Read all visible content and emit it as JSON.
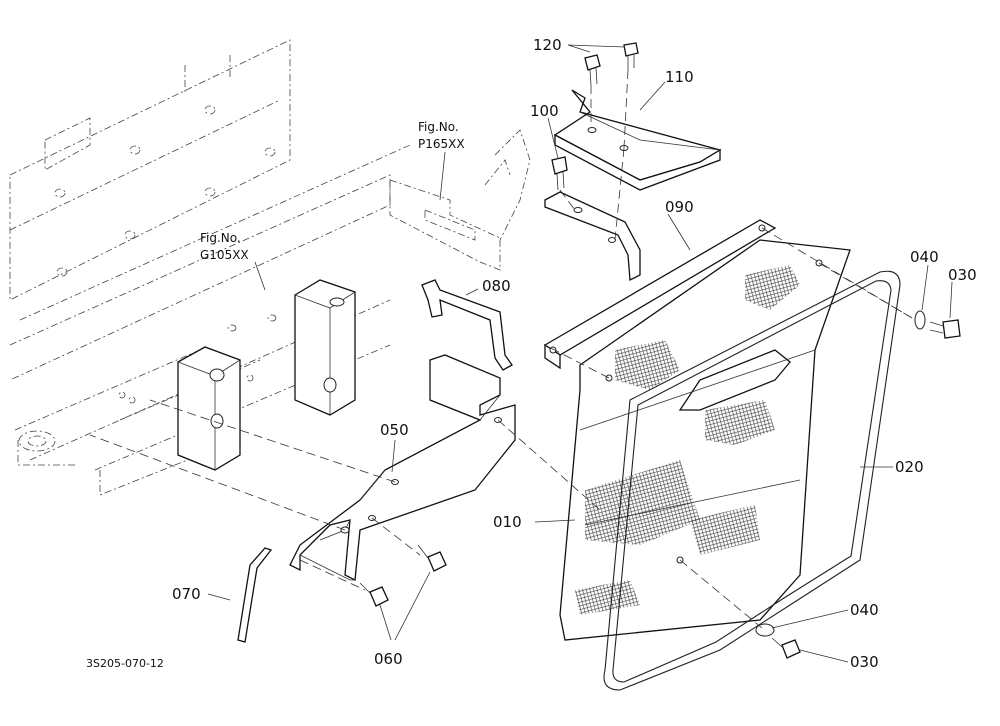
{
  "diagram": {
    "part_labels": [
      {
        "id": "p120",
        "text": "120"
      },
      {
        "id": "p110",
        "text": "110"
      },
      {
        "id": "p100",
        "text": "100"
      },
      {
        "id": "p090",
        "text": "090"
      },
      {
        "id": "p080",
        "text": "080"
      },
      {
        "id": "p050",
        "text": "050"
      },
      {
        "id": "p010",
        "text": "010"
      },
      {
        "id": "p020",
        "text": "020"
      },
      {
        "id": "p040a",
        "text": "040"
      },
      {
        "id": "p030a",
        "text": "030"
      },
      {
        "id": "p040b",
        "text": "040"
      },
      {
        "id": "p030b",
        "text": "030"
      },
      {
        "id": "p070",
        "text": "070"
      },
      {
        "id": "p060",
        "text": "060"
      }
    ],
    "figure_refs": [
      {
        "line1": "Fig.No.",
        "line2": "P165XX"
      },
      {
        "line1": "Fig.No.",
        "line2": "G105XX"
      }
    ],
    "drawing_code": "3S205-070-12"
  }
}
